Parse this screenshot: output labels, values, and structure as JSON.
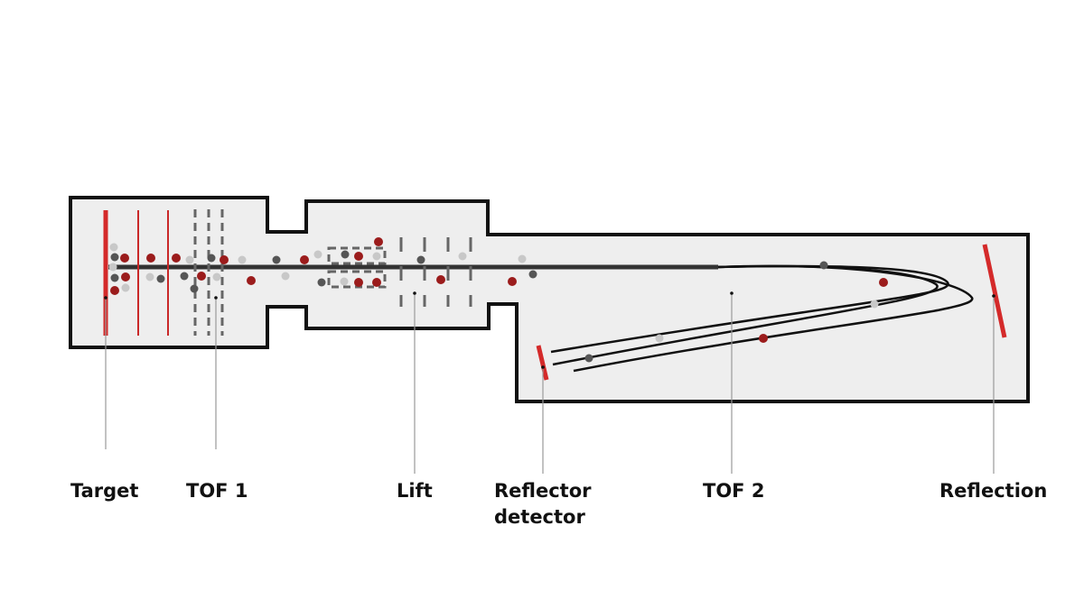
{
  "labels": {
    "target": "Target",
    "tof1": "TOF 1",
    "lift": "Lift",
    "reflector_detector_line1": "Reflector",
    "reflector_detector_line2": "detector",
    "tof2": "TOF 2",
    "reflection": "Reflection"
  },
  "colors": {
    "chamber_fill": "#eeeeee",
    "chamber_outline": "#111111",
    "ion_red": "#9b1c1c",
    "ion_dark": "#555555",
    "ion_light": "#c8c8c8",
    "plate_red": "#d42a2a",
    "beam": "#333333",
    "leader_line": "#9a9a9a"
  }
}
